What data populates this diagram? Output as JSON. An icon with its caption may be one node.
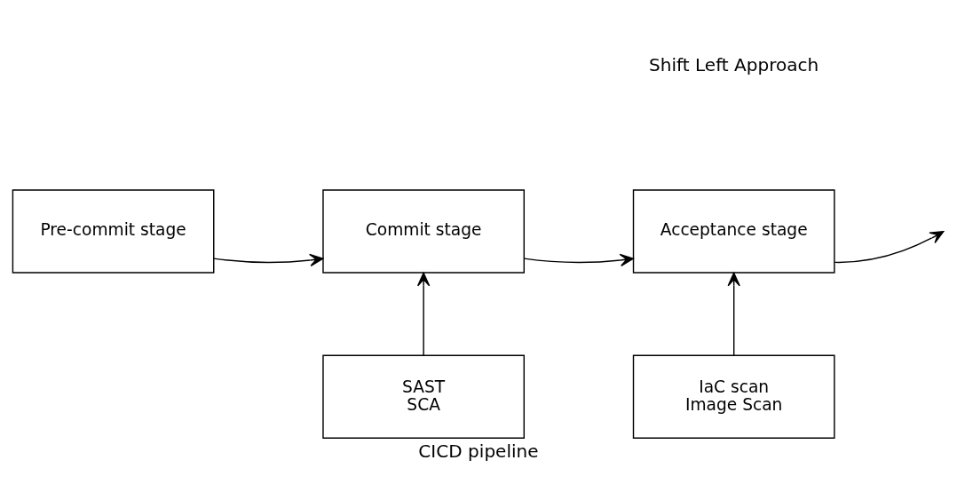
{
  "diagram": {
    "caption": "CICD pipeline",
    "nodes": [
      {
        "text": [
          "Pre-commit stage"
        ]
      },
      {
        "text": [
          "Commit stage"
        ]
      },
      {
        "text": [
          "Acceptance stage"
        ]
      },
      {
        "text": [
          "SAST",
          "SCA"
        ]
      },
      {
        "text": [
          "IaC scan",
          "Image Scan"
        ]
      }
    ],
    "edges": [
      {
        "from": 0,
        "to": 1,
        "arrow": "to"
      },
      {
        "from": 1,
        "to": 2,
        "arrow": "to"
      },
      {
        "from": 2,
        "to": null,
        "arrow": "to"
      },
      {
        "from": 3,
        "to": 1,
        "arrow": "to"
      },
      {
        "from": 4,
        "to": 2,
        "arrow": "to"
      }
    ],
    "labels": [
      "Shift Left Approach"
    ]
  }
}
